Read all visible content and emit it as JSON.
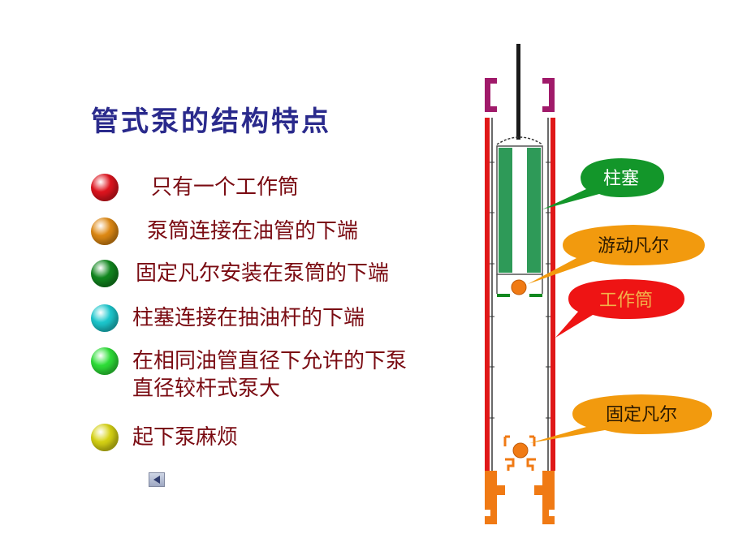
{
  "title": "管式泵的结构特点",
  "bullets": [
    {
      "text": "只有一个工作筒",
      "color": "#e0141e"
    },
    {
      "text": "泵筒连接在油管的下端",
      "color": "#e08a14"
    },
    {
      "text": "固定凡尔安装在泵筒的下端",
      "color": "#11881f"
    },
    {
      "text": "柱塞连接在抽油杆的下端",
      "color": "#1cc9cf"
    },
    {
      "text": "在相同油管直径下允许的下泵\n直径较杆式泵大",
      "color": "#2ee038"
    },
    {
      "text": "起下泵麻烦",
      "color": "#d8d414"
    }
  ],
  "callouts": {
    "plunger": {
      "label": "柱塞",
      "color": "#13962a",
      "text_color": "#ffffff"
    },
    "traveling_valve": {
      "label": "游动凡尔",
      "color": "#f29a0e",
      "text_color": "#2a1800"
    },
    "working_barrel": {
      "label": "工作筒",
      "color": "#ee1414",
      "text_color": "#f2b24a"
    },
    "standing_valve": {
      "label": "固定凡尔",
      "color": "#f29a0e",
      "text_color": "#2a1800"
    }
  },
  "colors": {
    "tubing": "#e01818",
    "plunger": "#2e9a58",
    "coupling": "#a01a6a",
    "seat": "#f07a14"
  },
  "nav": {
    "icon": "back-arrow-icon"
  }
}
